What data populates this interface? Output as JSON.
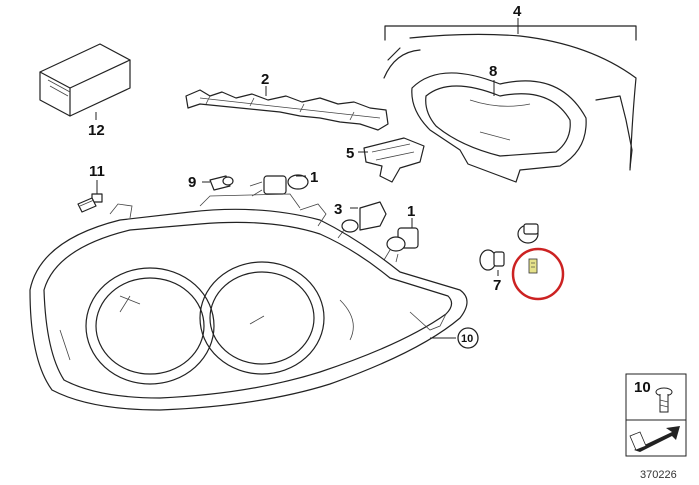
{
  "diagram": {
    "callouts": {
      "p1a": "1",
      "p1b": "1",
      "p2": "2",
      "p3": "3",
      "p4": "4",
      "p5": "5",
      "p7": "7",
      "p8": "8",
      "p9": "9",
      "p10": "10",
      "p11": "11",
      "p12": "12"
    },
    "legend": {
      "number": "10"
    },
    "figure_number": "370226",
    "highlight_color": "#cc2222"
  }
}
